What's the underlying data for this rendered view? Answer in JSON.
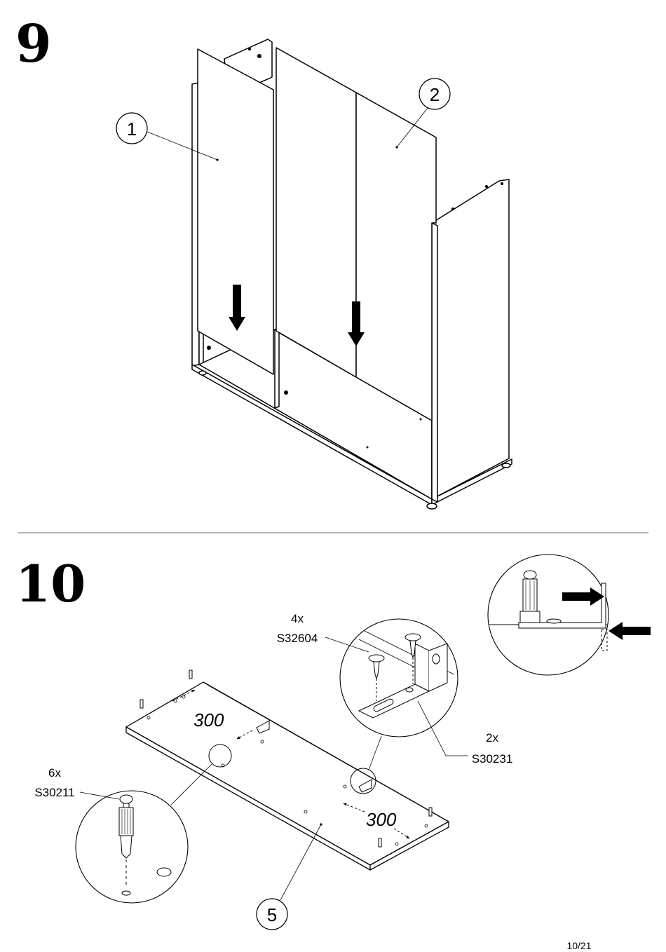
{
  "step9": {
    "number": "9",
    "callouts": [
      "1",
      "2"
    ]
  },
  "step10": {
    "number": "10",
    "screw": {
      "qty": "4x",
      "code": "S32604"
    },
    "bracket": {
      "qty": "2x",
      "code": "S30231"
    },
    "dowel": {
      "qty": "6x",
      "code": "S30211"
    },
    "dim_left": "300",
    "dim_right": "300",
    "part": "5"
  },
  "page": {
    "number": "10/21"
  }
}
